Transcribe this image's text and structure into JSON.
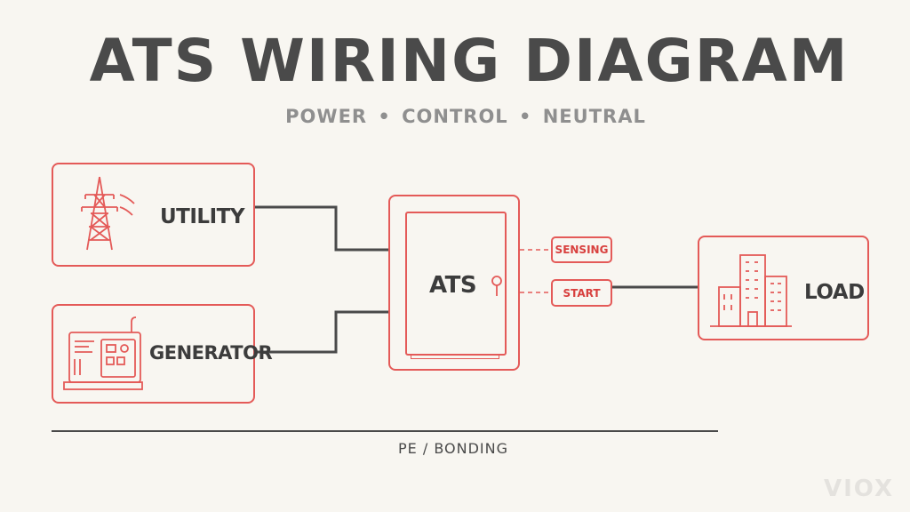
{
  "title": "ATS WIRING DIAGRAM",
  "subtitle": "POWER • CONTROL • NEUTRAL",
  "nodes": {
    "utility": "UTILITY",
    "generator": "GENERATOR",
    "ats": "ATS",
    "load": "LOAD"
  },
  "signals": {
    "sensing": "SENSING",
    "start": "START"
  },
  "ground_label": "PE / BONDING",
  "logo": "VIOX",
  "colors": {
    "accent": "#e45a58",
    "wire": "#4a4a4a",
    "background": "#f8f6f1"
  }
}
